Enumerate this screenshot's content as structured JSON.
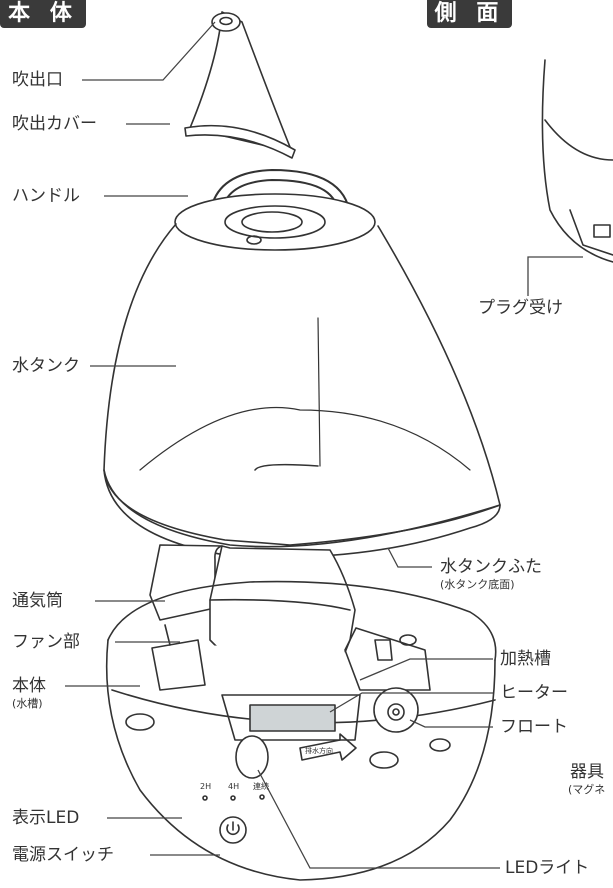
{
  "tabs": {
    "front": "本 体",
    "side": "側 面"
  },
  "labels": {
    "outlet": "吹出口",
    "outlet_cover": "吹出カバー",
    "handle": "ハンドル",
    "water_tank": "水タンク",
    "tank_lid": "水タンクふた",
    "tank_lid_note": "(水タンク底面)",
    "air_duct": "通気筒",
    "fan": "ファン部",
    "body": "本体",
    "body_note": "(水槽)",
    "heating_tank": "加熱槽",
    "heater": "ヒーター",
    "float": "フロート",
    "indicator_led": "表示LED",
    "power_switch": "電源スイッチ",
    "led_light": "LEDライト",
    "plug_receptacle": "プラグ受け",
    "appliance_cut": "器具",
    "magnet_cut": "(マグネ"
  },
  "device_text": {
    "timer_2h": "2H",
    "timer_4h": "4H",
    "continuous": "連続",
    "drain_direction": "排水方向"
  }
}
